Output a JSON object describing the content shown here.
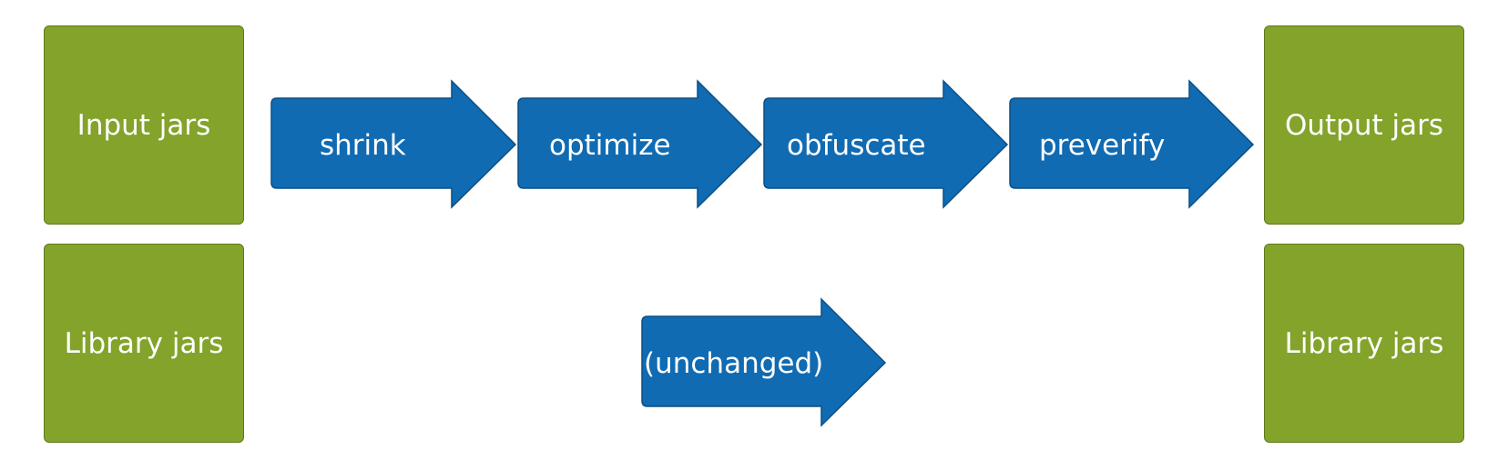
{
  "colors": {
    "jar_fill": "#83a32b",
    "jar_border": "#5d7a1c",
    "arrow_fill": "#106bb2",
    "arrow_border": "#0a4f86",
    "text": "#ffffff"
  },
  "inputs": {
    "input_jars": "Input jars",
    "library_jars": "Library jars"
  },
  "outputs": {
    "output_jars": "Output jars",
    "library_jars": "Library jars"
  },
  "steps": [
    "shrink",
    "optimize",
    "obfuscate",
    "preverify"
  ],
  "library_passthrough": "(unchanged)"
}
